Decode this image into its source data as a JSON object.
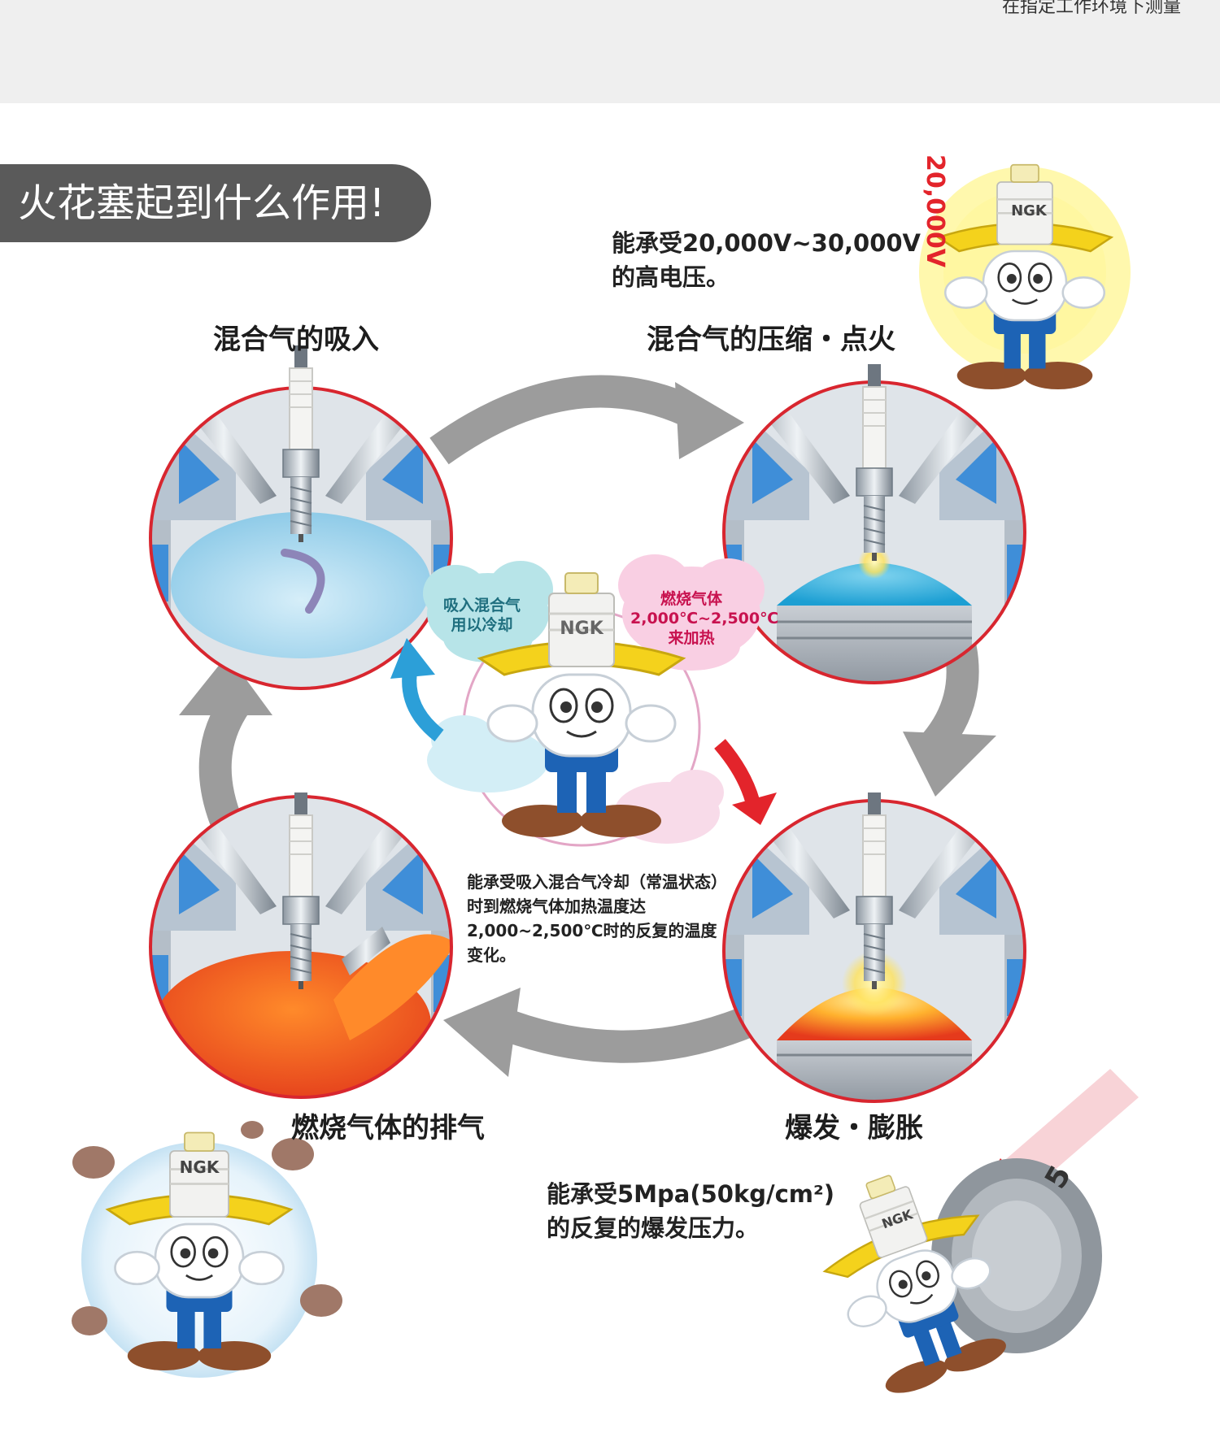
{
  "header": {
    "partial_note": "在指定工作环境下测量"
  },
  "section": {
    "title": "火花塞起到什么作用!"
  },
  "stages": {
    "intake": "混合气的吸入",
    "compression": "混合气的压缩・点火",
    "explosion": "爆发・膨胀",
    "exhaust": "燃烧气体的排气"
  },
  "voltage_note": [
    "能承受20,000V~30,000V",
    "的高电压。"
  ],
  "pressure_note": [
    "能承受5Mpa(50kg/cm²)",
    "的反复的爆发压力。"
  ],
  "thermal_note": "能承受吸入混合气冷却（常温状态）时到燃烧气体加热温度达2,000~2,500℃时的反复的温度变化。",
  "cool_cloud": [
    "吸入混合气",
    "用以冷却"
  ],
  "hot_cloud": [
    "燃烧气体",
    "2,000℃~2,500℃",
    "来加热"
  ],
  "brand": "NGK",
  "voltage_badge": "20,000V",
  "pressure_badge": "5",
  "colors": {
    "arrow_gray": "#9c9c9c",
    "ring_red": "#d8262f",
    "cool_blue": "#2c9fd8",
    "hot_red": "#e3242b",
    "hat_yellow": "#f4d21c",
    "overall_blue": "#1d63b5",
    "pill_gray": "#5a5a5a"
  },
  "icons": {
    "mascot": "spark-plug-mascot-icon",
    "spark_plug": "spark-plug-icon",
    "cycle_arrow": "cycle-arrow-icon"
  }
}
